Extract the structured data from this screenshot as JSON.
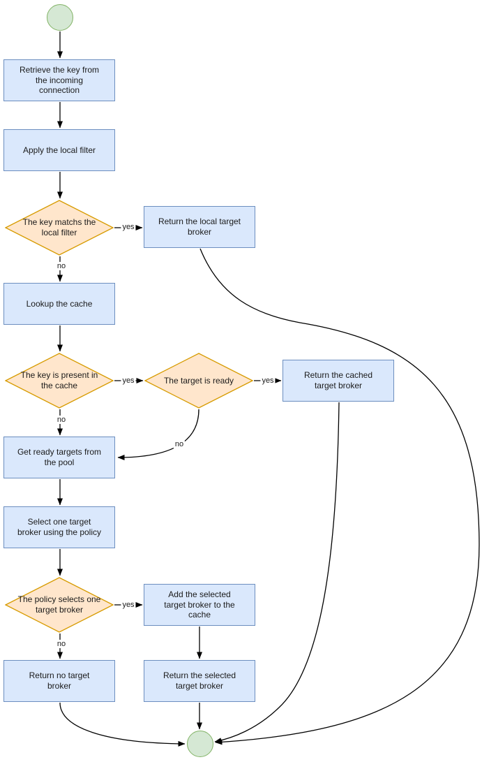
{
  "flowchart": {
    "nodes": {
      "retrieve_key": {
        "label": "Retrieve the key from\nthe incoming\nconnection"
      },
      "apply_filter": {
        "label": "Apply the local filter"
      },
      "key_matches_filter": {
        "label": "The key matchs the\nlocal filter"
      },
      "return_local_broker": {
        "label": "Return the local target\nbroker"
      },
      "lookup_cache": {
        "label": "Lookup the cache"
      },
      "key_in_cache": {
        "label": "The key is present in\nthe cache"
      },
      "target_ready": {
        "label": "The target is ready"
      },
      "return_cached_broker": {
        "label": "Return the cached\ntarget broker"
      },
      "get_ready_targets": {
        "label": "Get ready targets from\nthe pool"
      },
      "select_target_broker": {
        "label": "Select one target\nbroker using the policy"
      },
      "policy_selects_one": {
        "label": "The policy selects one\ntarget broker"
      },
      "add_to_cache": {
        "label": "Add the selected\ntarget broker to the\ncache"
      },
      "return_no_broker": {
        "label": "Return no target\nbroker"
      },
      "return_selected_broker": {
        "label": "Return the selected\ntarget broker"
      }
    },
    "edge_labels": {
      "key_matches_yes": "yes",
      "key_matches_no": "no",
      "key_in_cache_yes": "yes",
      "key_in_cache_no": "no",
      "target_ready_yes": "yes",
      "target_ready_no": "no",
      "policy_selects_yes": "yes",
      "policy_selects_no": "no"
    },
    "colors": {
      "process_fill": "#dae8fc",
      "process_stroke": "#6c8ebf",
      "decision_fill": "#ffe6cc",
      "decision_stroke": "#d79b00",
      "terminal_fill": "#d5e8d4",
      "terminal_stroke": "#82b366",
      "edge_stroke": "#000000",
      "text": "#1a1a1a",
      "background": "#ffffff"
    }
  }
}
